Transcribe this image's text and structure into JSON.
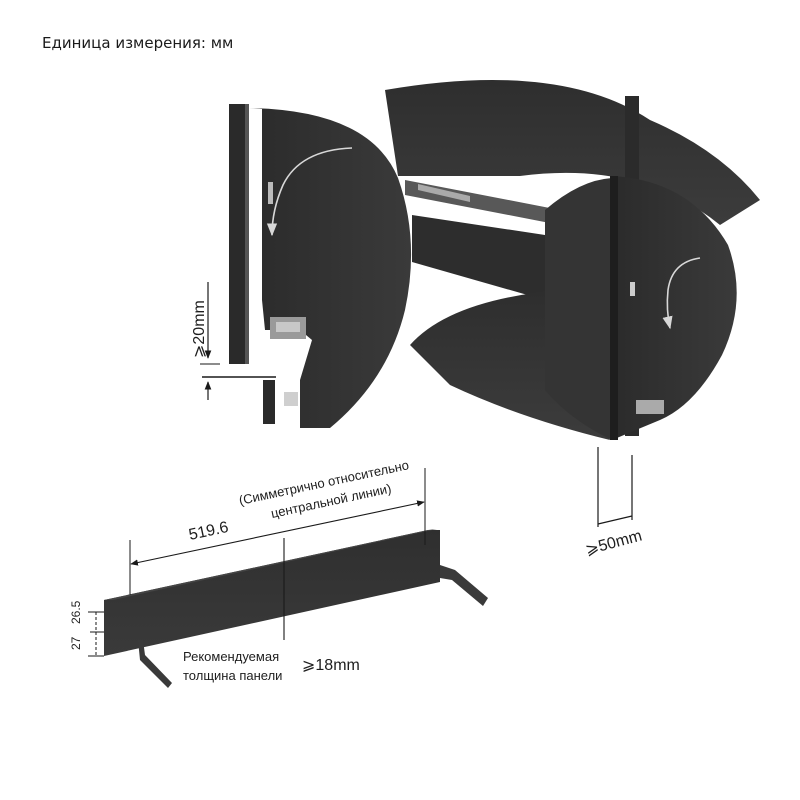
{
  "header": {
    "unit_label": "Единица измерения: мм"
  },
  "top_left": {
    "gap_label": "⩾20mm"
  },
  "top_right": {
    "clearance_label": "⩾50mm"
  },
  "panel": {
    "width_label": "519.6",
    "symmetry_note_line1": "(Симметрично относительно",
    "symmetry_note_line2": "центральной линии)",
    "height_label_a": "27",
    "height_label_b": "26.5",
    "thickness_label_line1": "Рекомендуемая",
    "thickness_label_line2": "толщина панели",
    "thickness_value": "⩾18mm"
  },
  "colors": {
    "panel": "#333333",
    "panel_dark": "#232323",
    "line": "#1a1a1a"
  }
}
